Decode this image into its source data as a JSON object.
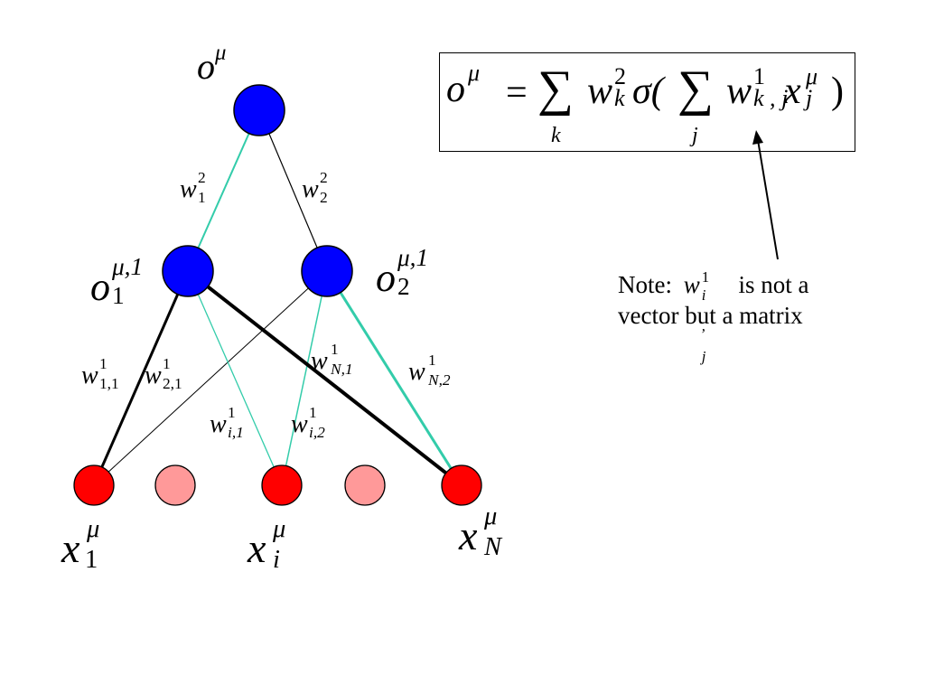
{
  "diagram": {
    "nodes": {
      "output": "o",
      "hidden_1": "o",
      "hidden_2": "o",
      "input_1": "x",
      "input_i": "x",
      "input_N": "x"
    },
    "labels": {
      "output_sup": "μ",
      "hidden_1_sup": "μ,1",
      "hidden_1_sub": "1",
      "hidden_2_sup": "μ,1",
      "hidden_2_sub": "2",
      "input_1_sup": "μ",
      "input_1_sub": "1",
      "input_i_sup": "μ",
      "input_i_sub": "i",
      "input_N_sup": "μ",
      "input_N_sub": "N"
    },
    "weights": {
      "w": "w",
      "w2_1_sup": "2",
      "w2_1_sub": "1",
      "w2_2_sup": "2",
      "w2_2_sub": "2",
      "w11_sup": "1",
      "w11_sub": "1,1",
      "w21_sup": "1",
      "w21_sub": "2,1",
      "wi1_sup": "1",
      "wi1_sub": "i,1",
      "wi2_sup": "1",
      "wi2_sub": "i,2",
      "wN1_sup": "1",
      "wN1_sub": "N,1",
      "wN2_sup": "1",
      "wN2_sub": "N,2"
    },
    "colors": {
      "hidden_node": "#0000ff",
      "input_node": "#ff0000",
      "input_faded": "#ff9999",
      "teal_edge": "#33ccaa",
      "black_edge": "#000000"
    }
  },
  "formula": {
    "lhs_o": "o",
    "lhs_sup": "μ",
    "equals": "=",
    "sum1": "∑",
    "sum1_index": "k",
    "w": "w",
    "w_sup": "2",
    "w_sub": "k",
    "sigma": "σ(",
    "sum2": "∑",
    "sum2_index": "j",
    "w2": "w",
    "w2_sup": "1",
    "w2_sub": "k , j",
    "x": "x",
    "x_sup": "μ",
    "x_sub": "j",
    "close": ")"
  },
  "note": {
    "prefix": "Note:",
    "w": "w",
    "w_sup": "1",
    "w_sub": "i , j",
    "line1_rest": "is not a",
    "line2": "vector but a matrix"
  }
}
